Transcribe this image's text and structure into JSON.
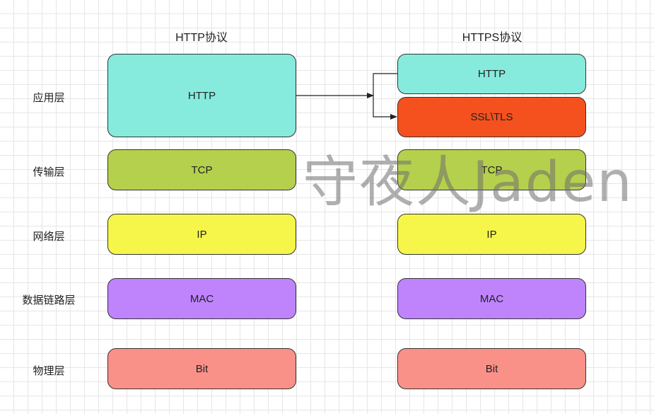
{
  "titles": {
    "http": "HTTP协议",
    "https": "HTTPS协议"
  },
  "layers": {
    "application": "应用层",
    "transport": "传输层",
    "network": "网络层",
    "datalink": "数据链路层",
    "physical": "物理层"
  },
  "http_stack": {
    "application": "HTTP",
    "transport": "TCP",
    "network": "IP",
    "datalink": "MAC",
    "physical": "Bit"
  },
  "https_stack": {
    "http": "HTTP",
    "ssl": "SSL\\TLS",
    "transport": "TCP",
    "network": "IP",
    "datalink": "MAC",
    "physical": "Bit"
  },
  "colors": {
    "application": "#86ebdc",
    "ssl": "#f4511e",
    "transport": "#b5d04c",
    "network": "#f6f64a",
    "datalink": "#bf84fc",
    "physical": "#fa9189"
  },
  "watermark": "守夜人Jaden"
}
